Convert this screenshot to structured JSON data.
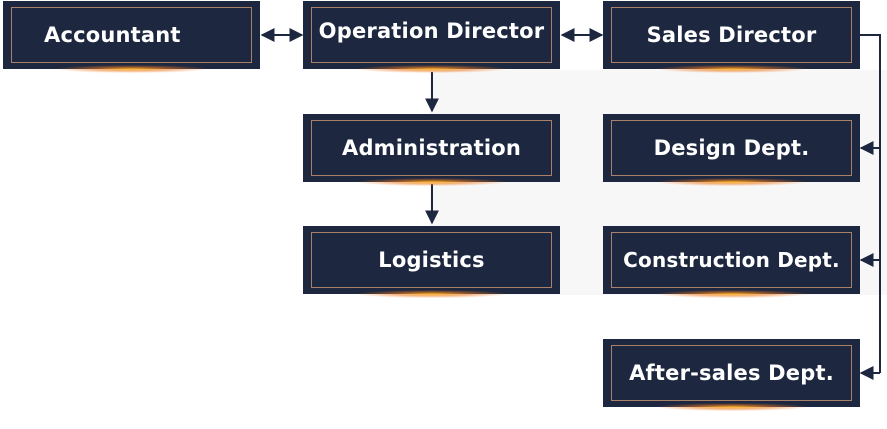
{
  "nodes": {
    "accountant": "Accountant",
    "operation_director": "Operation Director",
    "sales_director": "Sales Director",
    "administration": "Administration",
    "logistics": "Logistics",
    "design_dept": "Design Dept.",
    "construction_dept": "Construction Dept.",
    "after_sales_dept": "After-sales Dept."
  },
  "colors": {
    "node_fill": "#1d2840",
    "node_border": "#a98068",
    "connector": "#1d2840",
    "glow": "#f0a030"
  }
}
